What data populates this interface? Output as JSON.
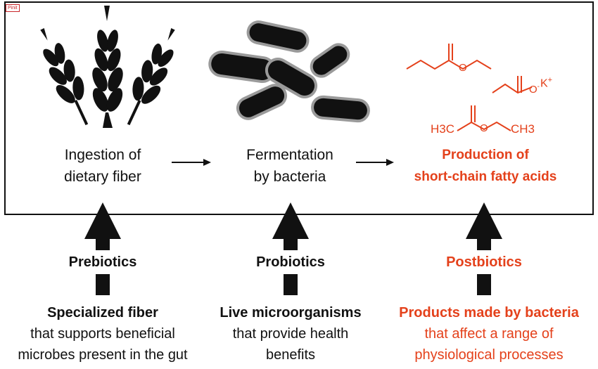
{
  "badge": "Pinit",
  "steps": [
    {
      "line1": "Ingestion of",
      "line2": "dietary fiber"
    },
    {
      "line1": "Fermentation",
      "line2": "by bacteria"
    },
    {
      "line1": "Production of",
      "line2": "short-chain fatty acids"
    }
  ],
  "chem": {
    "k_label": "K",
    "k_charge": "+",
    "o_minus": "O",
    "minus": "-",
    "h3c": "H3C",
    "ch3": "CH3",
    "o": "O"
  },
  "categories": [
    {
      "name": "Prebiotics",
      "lead": "Specialized fiber",
      "line1": "that supports beneficial",
      "line2": "microbes present in the gut"
    },
    {
      "name": "Probiotics",
      "lead": "Live microorganisms",
      "line1": "that provide health",
      "line2": "benefits"
    },
    {
      "name": "Postbiotics",
      "lead": "Products made by bacteria",
      "line1": "that affect a range of",
      "line2": "physiological processes"
    }
  ],
  "colors": {
    "accent": "#e4411b",
    "ink": "#111111",
    "bacteria_outline": "#9a9a9a"
  }
}
